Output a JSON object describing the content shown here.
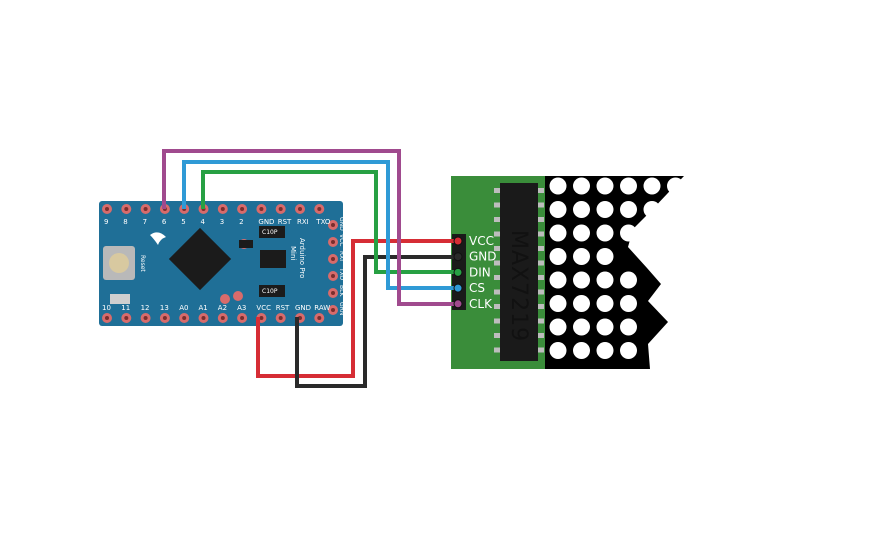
{
  "arduino": {
    "board_name_line1": "Arduino Pro",
    "board_name_line2": "Mini",
    "reset_label": "Reset",
    "top_pins": [
      "9",
      "8",
      "7",
      "6",
      "5",
      "4",
      "3",
      "2",
      "GND",
      "RST",
      "RXI",
      "TXO"
    ],
    "bottom_pins": [
      "10",
      "11",
      "12",
      "13",
      "A0",
      "A1",
      "A2",
      "A3",
      "VCC",
      "RST",
      "GND",
      "RAW"
    ],
    "right_pins": [
      "GND",
      "VCC",
      "RXI",
      "TXO",
      "BLK",
      "GRN"
    ],
    "cap_label": "C10P",
    "colors": {
      "pcb": "#1f6f97",
      "pad": "#d86b6b",
      "chip": "#1b1b1b"
    }
  },
  "module": {
    "chip_label": "MAX7219",
    "pins": [
      "VCC",
      "GND",
      "DIN",
      "CS",
      "CLK"
    ],
    "colors": {
      "pcb": "#3a8d3a",
      "chip": "#1a1a1a",
      "matrix_bg": "#000000",
      "dot": "#ffffff"
    }
  },
  "wires": [
    {
      "name": "vcc-wire",
      "color": "#d62d35"
    },
    {
      "name": "gnd-wire",
      "color": "#2a2a2a"
    },
    {
      "name": "din-wire",
      "color": "#27a043"
    },
    {
      "name": "cs-wire",
      "color": "#2f9ad6"
    },
    {
      "name": "clk-wire",
      "color": "#a04a8e"
    }
  ]
}
